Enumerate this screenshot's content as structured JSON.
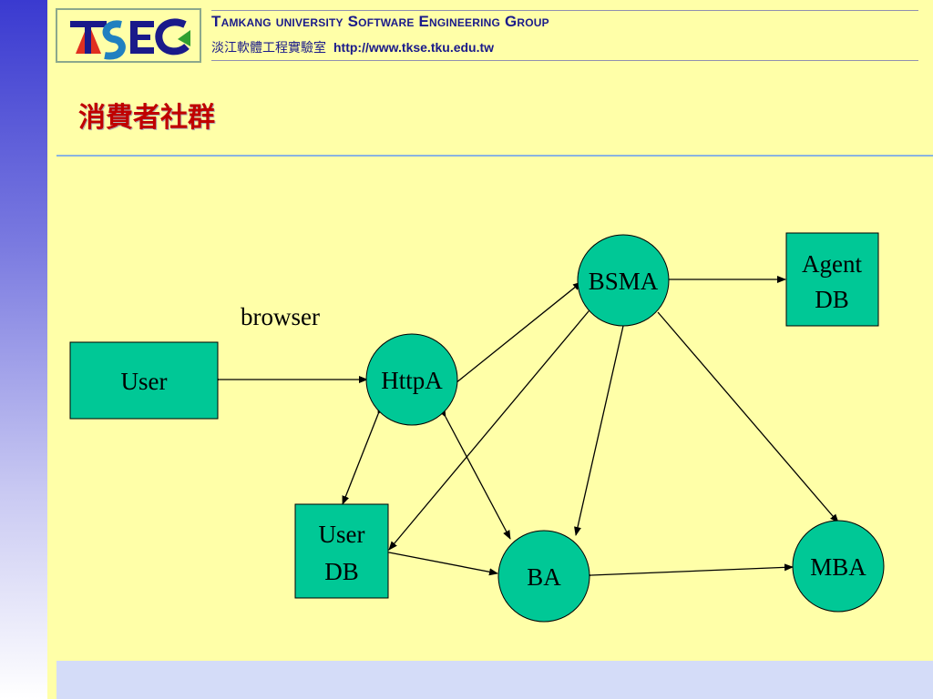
{
  "header": {
    "org_name": "Tamkang university Software Engineering Group",
    "org_name_zh": "淡江軟體工程實驗室",
    "url": "http://www.tkse.tku.edu.tw",
    "logo_text": "TSEC"
  },
  "slide": {
    "title": "消費者社群"
  },
  "diagram": {
    "browser_label": "browser",
    "nodes": {
      "user": "User",
      "httpa": "HttpA",
      "bsma": "BSMA",
      "agent_db_line1": "Agent",
      "agent_db_line2": "DB",
      "user_db_line1": "User",
      "user_db_line2": "DB",
      "ba": "BA",
      "mba": "MBA"
    }
  },
  "colors": {
    "node_fill": "#00c896",
    "background": "#ffffa8",
    "title": "#c00000"
  }
}
